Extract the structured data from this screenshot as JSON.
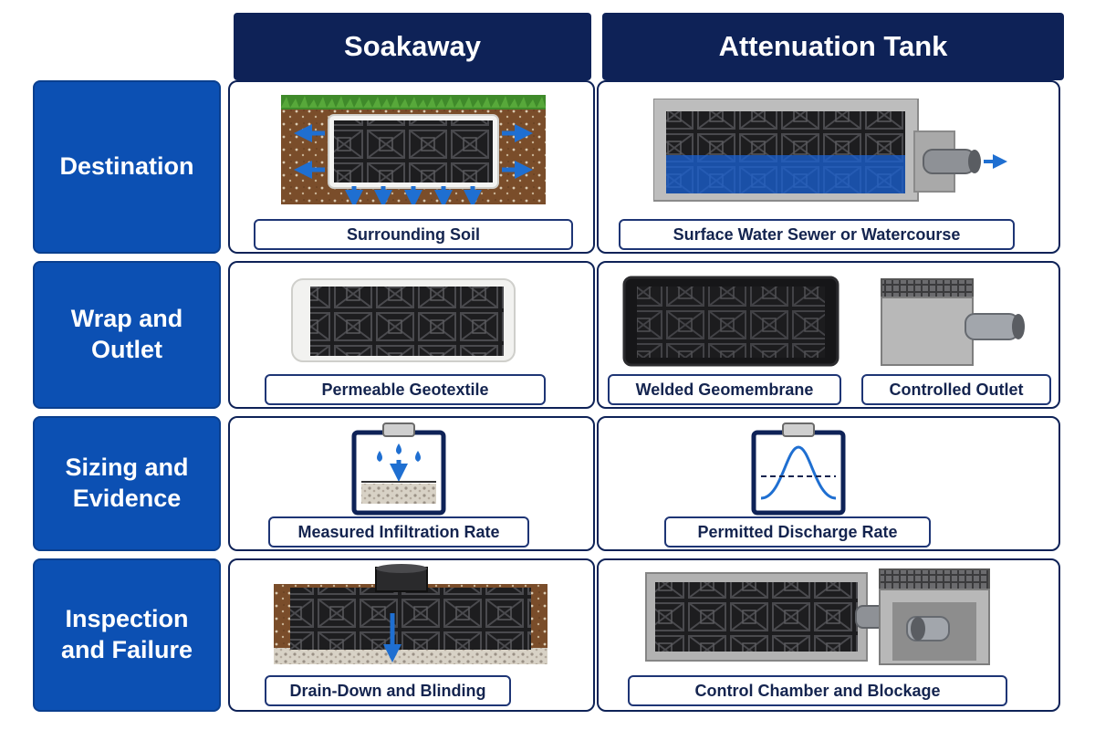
{
  "columns": {
    "soakaway": "Soakaway",
    "attenuation": "Attenuation Tank"
  },
  "rows": {
    "destination": {
      "title": "Destination",
      "soakaway_label": "Surrounding Soil",
      "attenuation_label": "Surface Water Sewer or Watercourse"
    },
    "wrap": {
      "title": "Wrap and\nOutlet",
      "soakaway_label": "Permeable Geotextile",
      "attenuation_label": "Welded Geomembrane",
      "attenuation_label_2": "Controlled Outlet"
    },
    "sizing": {
      "title": "Sizing and\nEvidence",
      "soakaway_label": "Measured Infiltration Rate",
      "attenuation_label": "Permitted Discharge Rate"
    },
    "inspection": {
      "title": "Inspection\nand Failure",
      "soakaway_label": "Drain-Down and Blinding",
      "attenuation_label": "Control Chamber and Blockage"
    }
  },
  "colors": {
    "column_header": "#0e2257",
    "row_header": "#0c50b3",
    "arrow_blue": "#1f6fd1",
    "water_blue": "#1a62d6"
  }
}
